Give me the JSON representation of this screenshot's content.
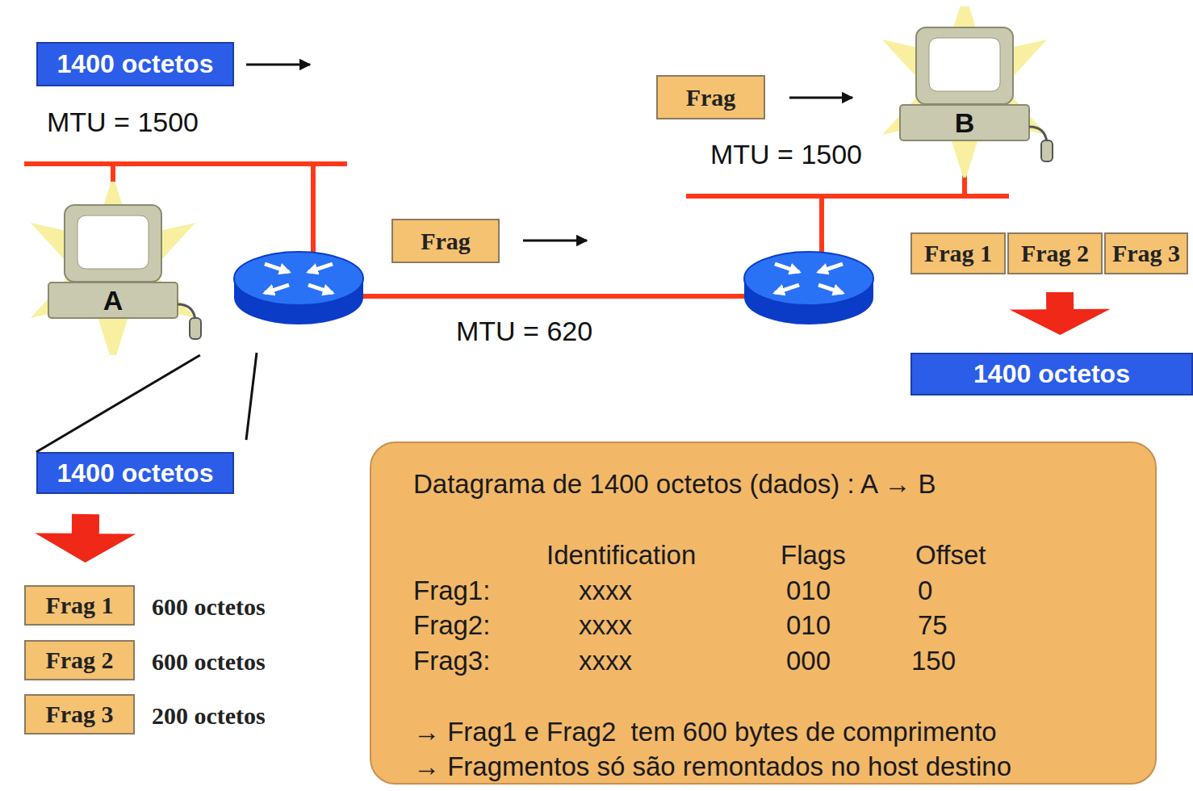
{
  "diagram": {
    "nodes": [
      {
        "text": [
          "1400 octetos"
        ]
      },
      {
        "text": [
          "Frag"
        ]
      },
      {
        "text": [
          "B"
        ]
      },
      {
        "text": [
          "A"
        ]
      },
      {
        "text": [
          "Frag"
        ]
      },
      {
        "text": [
          "Frag 1"
        ]
      },
      {
        "text": [
          "Frag 2"
        ]
      },
      {
        "text": [
          "Frag 3"
        ]
      },
      {
        "text": [
          "1400 octetos"
        ]
      },
      {
        "text": [
          "1400 octetos"
        ]
      },
      {
        "text": [
          "Frag 1"
        ]
      },
      {
        "text": [
          "Frag 2"
        ]
      },
      {
        "text": [
          "Frag 3"
        ]
      },
      {
        "text": [
          "Datagrama de 1400 octetos (dados) : A → B",
          "Identification",
          "Flags",
          "Offset",
          "Frag1:",
          "xxxx",
          "010",
          "0",
          "Frag2:",
          "xxxx",
          "010",
          "75",
          "Frag3:",
          "xxxx",
          "000",
          "150",
          "→ Frag1 e Frag2  tem 600 bytes de comprimento",
          "→ Fragmentos só são remontados no host destino"
        ]
      }
    ],
    "edges": [
      {
        "from": 3,
        "to": 9,
        "arrow": "none"
      },
      {
        "from": 9,
        "to": 10,
        "arrow": "to"
      },
      {
        "from": 6,
        "to": 8,
        "arrow": "to"
      }
    ],
    "labels": [
      "MTU = 1500",
      "MTU = 1500",
      "MTU = 620",
      "600 octetos",
      "600 octetos",
      "200 octetos"
    ]
  }
}
